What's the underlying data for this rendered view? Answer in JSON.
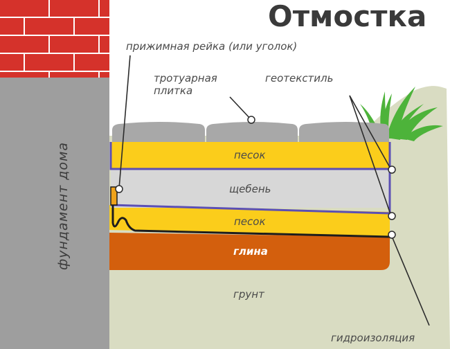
{
  "title": "Отмостка",
  "labels": {
    "pressure_strip": "прижимная рейка (или уголок)",
    "paving_tile_line1": "тротуарная",
    "paving_tile_line2": "плитка",
    "geotextile": "геотекстиль",
    "waterproofing": "гидроизоляция",
    "foundation": "фундамент дома"
  },
  "layers": {
    "sand_top": "песок",
    "gravel": "щебень",
    "sand_bottom": "песок",
    "clay": "глина",
    "soil": "грунт"
  },
  "colors": {
    "brick": "#d5322b",
    "mortar": "#ffffff",
    "foundation": "#9e9e9e",
    "soil": "#d9dcc2",
    "sand": "#fbcd1b",
    "gravel": "#d7d7d7",
    "clay": "#d35f0d",
    "tile": "#a8a8a8",
    "geotextile": "#5b4fb5",
    "waterproofing": "#1d1d1d",
    "grass": "#4db33a",
    "leader": "#2b2b2b"
  }
}
